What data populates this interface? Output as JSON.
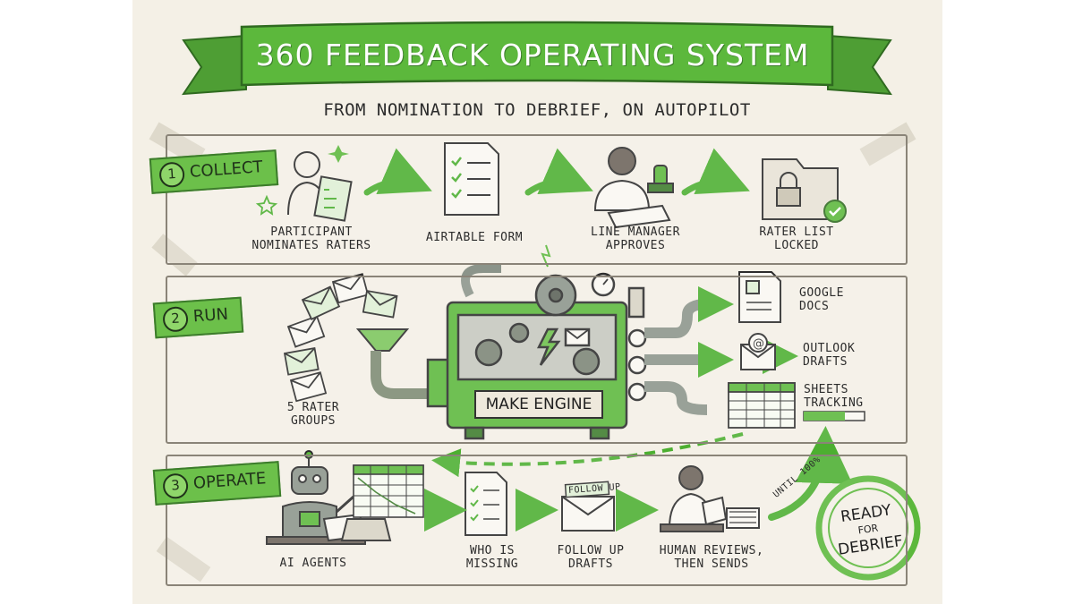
{
  "title": "360 FEEDBACK OPERATING SYSTEM",
  "subtitle": "FROM NOMINATION TO DEBRIEF, ON AUTOPILOT",
  "steps": {
    "collect": {
      "number": "1",
      "label": "COLLECT",
      "items": [
        "PARTICIPANT",
        "NOMINATES RATERS",
        "AIRTABLE FORM",
        "LINE MANAGER",
        "APPROVES",
        "RATER LIST",
        "LOCKED"
      ]
    },
    "run": {
      "number": "2",
      "label": "RUN",
      "input_line1": "5 RATER",
      "input_line2": "GROUPS",
      "engine_label": "MAKE ENGINE",
      "outputs": {
        "docs_line1": "GOOGLE",
        "docs_line2": "DOCS",
        "outlook_line1": "OUTLOOK",
        "outlook_line2": "DRAFTS",
        "sheets_line1": "SHEETS",
        "sheets_line2": "TRACKING"
      }
    },
    "operate": {
      "number": "3",
      "label": "OPERATE",
      "items": {
        "agents": "AI AGENTS",
        "missing_line1": "WHO IS",
        "missing_line2": "MISSING",
        "followup_line1": "FOLLOW UP",
        "followup_line2": "DRAFTS",
        "human_line1": "HUMAN REVIEWS,",
        "human_line2": "THEN SENDS"
      },
      "envelope_tag": "FOLLOW UP",
      "loop_note": "UNTIL 100%"
    }
  },
  "stamp": {
    "line1": "READY",
    "line2": "FOR",
    "line3": "DEBRIEF"
  },
  "colors": {
    "accent_green": "#5cb83c",
    "dark_green": "#3d7c2c",
    "paper": "#f4f0e6",
    "ink": "#2c2c2c"
  }
}
